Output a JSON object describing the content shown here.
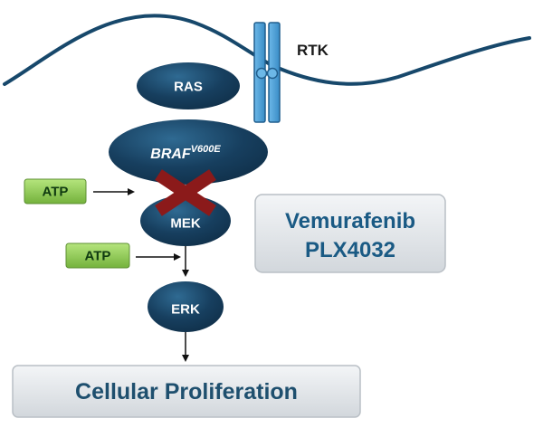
{
  "receptor": {
    "label": "RTK"
  },
  "nodes": {
    "ras": "RAS",
    "braf": "BRAF",
    "braf_mutation": "V600E",
    "mek": "MEK",
    "erk": "ERK"
  },
  "atp": {
    "first": "ATP",
    "second": "ATP"
  },
  "drug": {
    "line1": "Vemurafenib",
    "line2": "PLX4032"
  },
  "outcome": {
    "label": "Cellular Proliferation"
  },
  "colors": {
    "node_fill": "#173f5f",
    "node_highlight": "#2f6a92",
    "receptor_fill": "#4a9fd6",
    "receptor_stroke": "#215f8e",
    "membrane": "#17486b",
    "inhibitor_cross": "#8b1a1a",
    "atp_fill": "#8fcd55",
    "atp_stroke": "#5d8f33",
    "box_fill": "#e4e7ea",
    "box_stroke": "#b9bfc5",
    "drug_text": "#1a5a84",
    "arrow": "#111111"
  }
}
